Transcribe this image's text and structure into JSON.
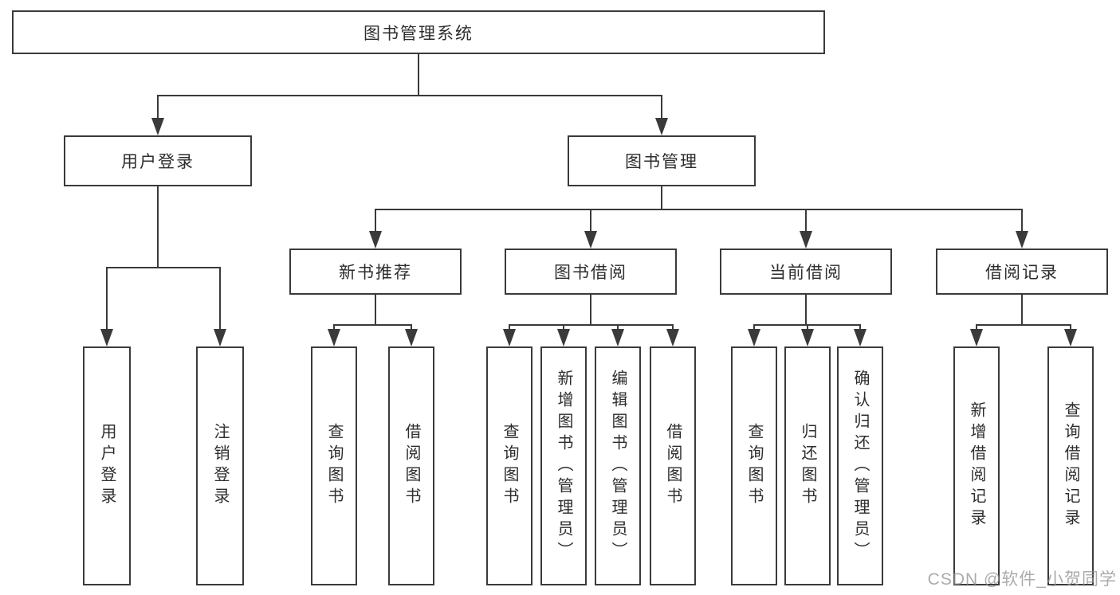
{
  "diagram": {
    "root": {
      "label": "图书管理系统"
    },
    "level2": [
      {
        "label": "用户登录"
      },
      {
        "label": "图书管理"
      }
    ],
    "level3": [
      {
        "label": "新书推荐"
      },
      {
        "label": "图书借阅"
      },
      {
        "label": "当前借阅"
      },
      {
        "label": "借阅记录"
      }
    ],
    "leaves": {
      "user_login": [
        "用户登录",
        "注销登录"
      ],
      "new_book_recommend": [
        "查询图书",
        "借阅图书"
      ],
      "book_borrow": [
        "查询图书",
        "新增图书（管理员）",
        "编辑图书（管理员）",
        "借阅图书"
      ],
      "current_borrow": [
        "查询图书",
        "归还图书",
        "确认归还（管理员）"
      ],
      "borrow_record": [
        "新增借阅记录",
        "查询借阅记录"
      ]
    },
    "watermark": "CSDN @软件_小贺同学",
    "colors": {
      "line": "#3a3a3a",
      "box_border": "#3a3a3a",
      "box_fill": "#ffffff",
      "text": "#2d2d2d",
      "watermark": "#949494",
      "background": "#ffffff"
    }
  }
}
